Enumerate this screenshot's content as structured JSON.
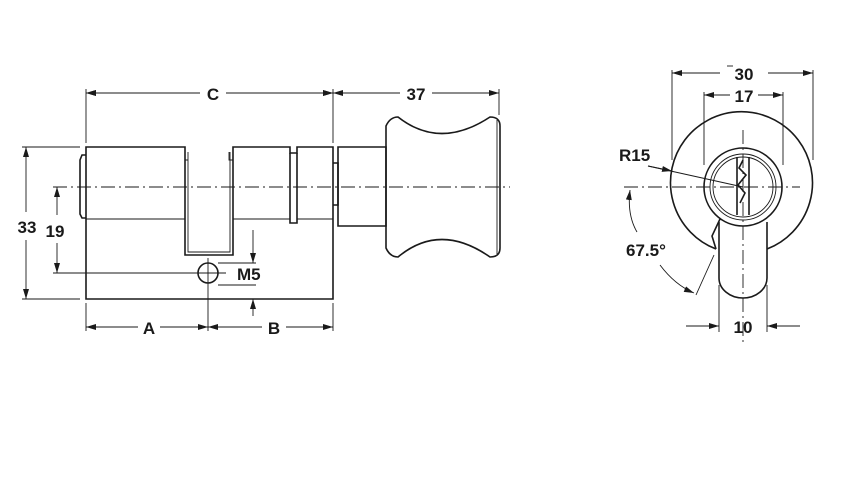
{
  "side_view": {
    "dim_c": "C",
    "dim_knob_length": "37",
    "dim_height": "33",
    "dim_center_height": "19",
    "dim_thread": "M5",
    "dim_a": "A",
    "dim_b": "B"
  },
  "front_view": {
    "dim_outer_diameter": "30",
    "dim_inner_diameter": "17",
    "dim_radius": "R15",
    "dim_angle": "67.5°",
    "dim_lobe_width": "10"
  },
  "colors": {
    "line": "#1a1a1a",
    "background": "#ffffff"
  }
}
